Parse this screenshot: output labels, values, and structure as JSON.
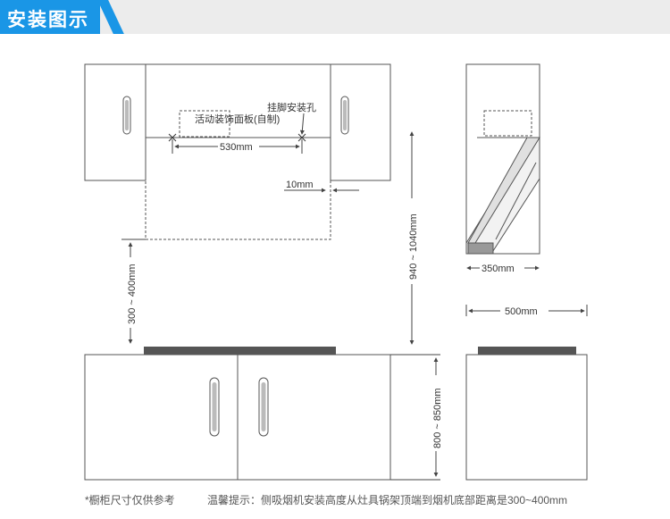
{
  "header": {
    "title": "安装图示",
    "accent_color": "#1a96e6",
    "bar_color": "#ececec"
  },
  "front_view": {
    "decorative_panel_label": "活动装饰面板(自制)",
    "mount_hole_label": "挂脚安装孔",
    "width_label": "530mm",
    "gap_label": "10mm",
    "hood_to_counter_label": "300 ~ 400mm",
    "cabinet_height_label": "940 ~ 1040mm",
    "base_height_label": "800 ~ 850mm"
  },
  "side_view": {
    "depth_label": "350mm",
    "counter_depth_label": "500mm"
  },
  "notes": {
    "left": "*橱柜尺寸仅供参考",
    "right": "温馨提示：侧吸烟机安装高度从灶具锅架顶端到烟机底部距离是300~400mm"
  }
}
